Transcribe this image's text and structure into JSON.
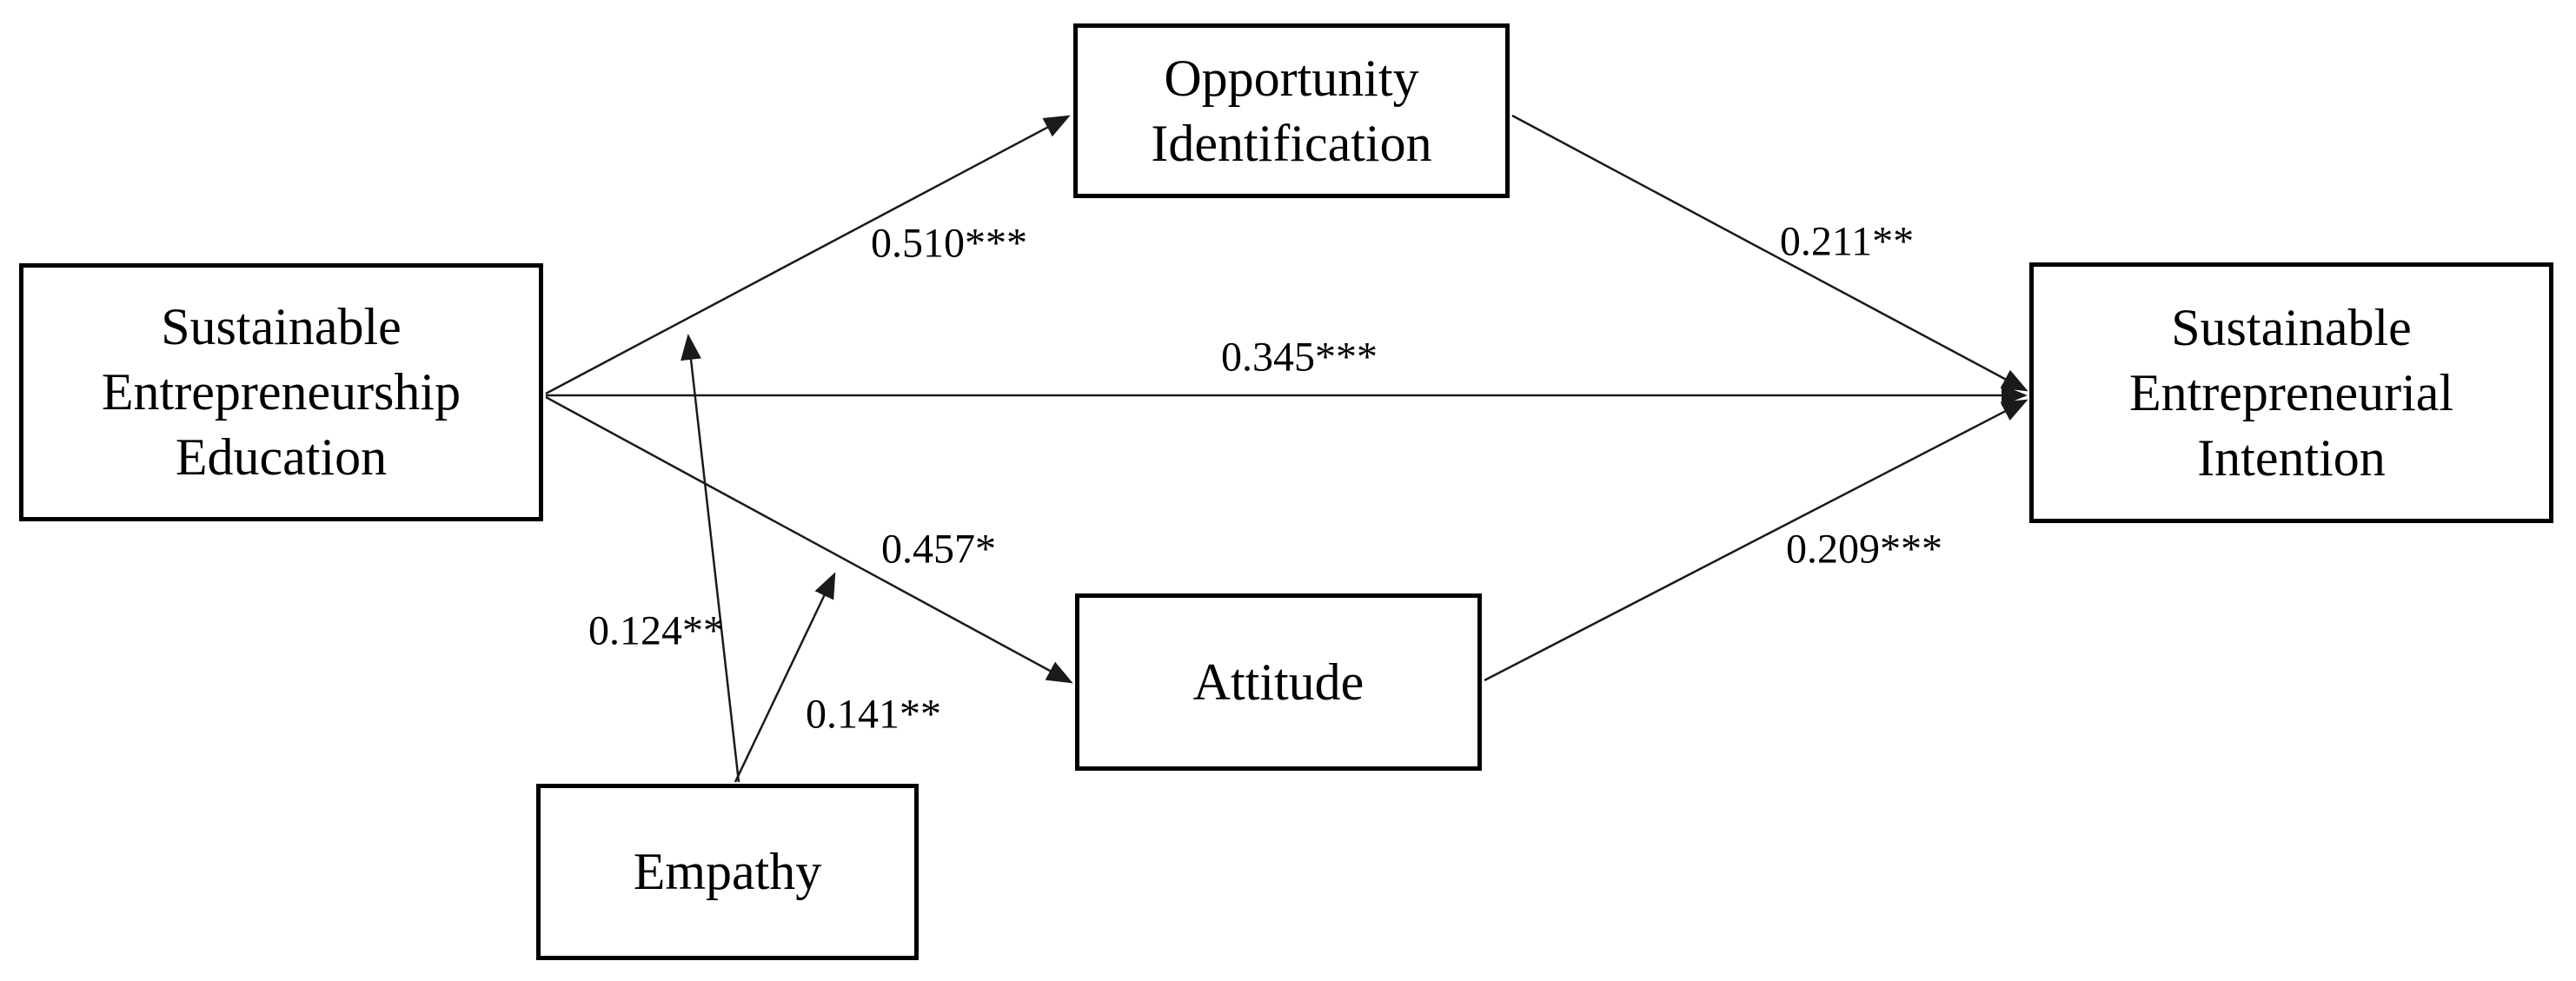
{
  "diagram": {
    "type": "structural-path-model",
    "nodes": {
      "see": {
        "label": "Sustainable Entrepreneurship Education"
      },
      "oi": {
        "label": "Opportunity Identification"
      },
      "attitude": {
        "label": "Attitude"
      },
      "empathy": {
        "label": "Empathy"
      },
      "sei": {
        "label": "Sustainable Entrepreneurial Intention"
      }
    },
    "paths": {
      "see_to_oi": {
        "from": "see",
        "to": "oi",
        "coefficient": "0.510***"
      },
      "oi_to_sei": {
        "from": "oi",
        "to": "sei",
        "coefficient": "0.211**"
      },
      "see_to_sei": {
        "from": "see",
        "to": "sei",
        "coefficient": "0.345***"
      },
      "see_to_attitude": {
        "from": "see",
        "to": "attitude",
        "coefficient": "0.457*"
      },
      "attitude_to_sei": {
        "from": "attitude",
        "to": "sei",
        "coefficient": "0.209***"
      },
      "empathy_on_see_oi_path": {
        "from": "empathy",
        "to": "see_to_oi path",
        "coefficient": "0.124**"
      },
      "empathy_on_see_attitude_path": {
        "from": "empathy",
        "to": "see_to_attitude path",
        "coefficient": "0.141**"
      }
    },
    "colors": {
      "line": "#1a1a1a",
      "box_border": "#000000",
      "text": "#000000",
      "background": "#ffffff"
    }
  }
}
